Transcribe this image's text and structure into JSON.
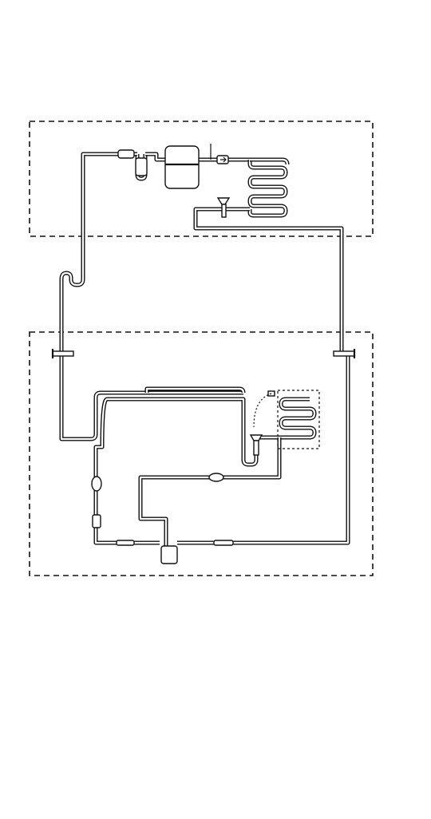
{
  "diagram": {
    "kind": "refrigeration circuit schematic",
    "colors": {
      "background": "#ffffff",
      "line": "#111111",
      "pipe_outer": "#111111",
      "pipe_inner": "#ffffff",
      "component_fill": "#ffffff"
    },
    "outdoor_unit": {
      "components": [
        "accumulator",
        "compressor",
        "service-valve",
        "condenser-coil",
        "expansion-valve"
      ]
    },
    "indoor_unit": {
      "components": [
        "gas-connection",
        "liquid-connection",
        "evaporator-coil",
        "expansion-valve",
        "sensing-bulb",
        "sight-glass",
        "filter-drier",
        "receiver"
      ]
    }
  }
}
